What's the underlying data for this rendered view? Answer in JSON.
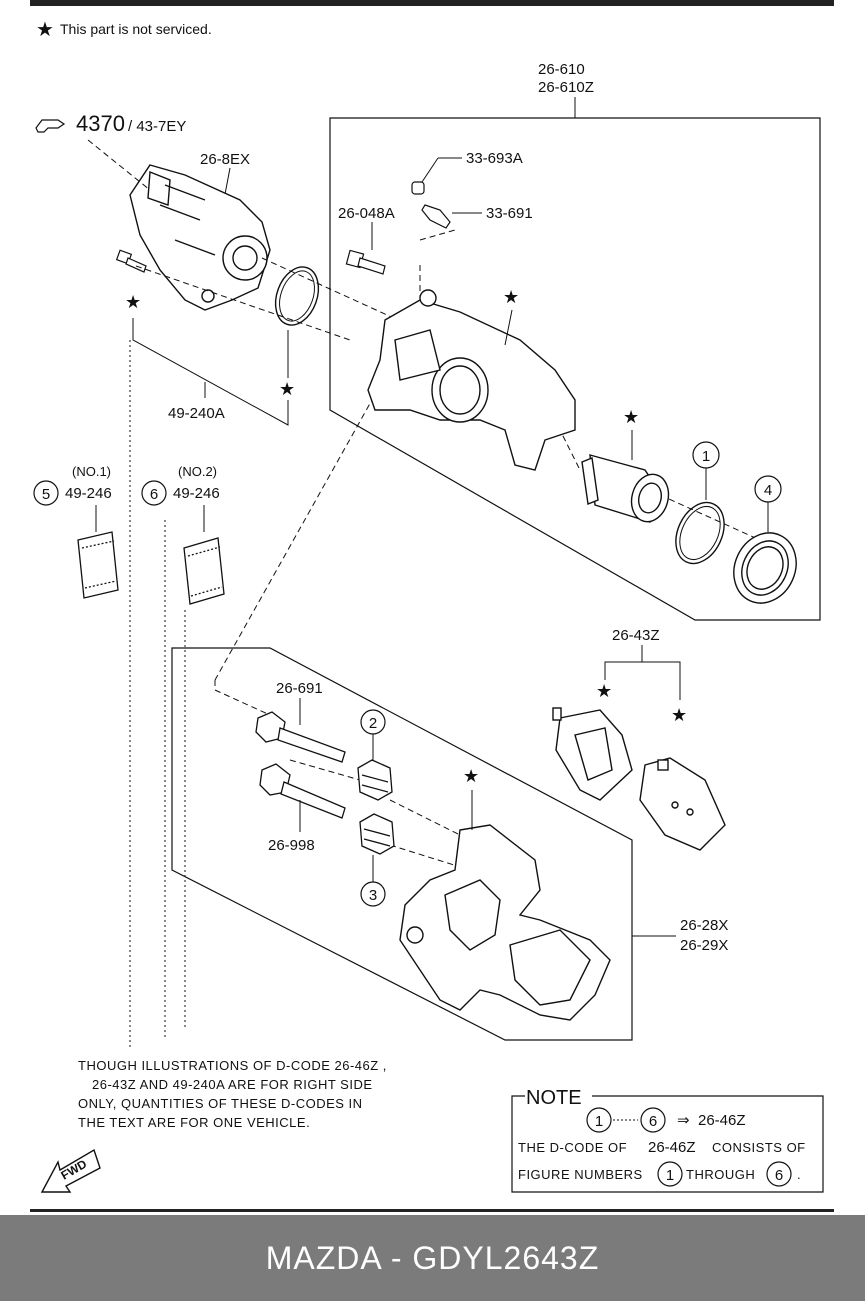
{
  "header_note": "This part is not serviced.",
  "ref": {
    "main": "4370",
    "sub": "/ 43-7EY"
  },
  "labels": {
    "caliper_assy_1": "26-610",
    "caliper_assy_2": "26-610Z",
    "motor": "26-8EX",
    "bleeder_cap": "33-693A",
    "bleeder_screw": "33-691",
    "bolt": "26-048A",
    "seal_kit": "49-240A",
    "no1_tag": "(NO.1)",
    "no1_code": "49-246",
    "no2_tag": "(NO.2)",
    "no2_code": "49-246",
    "pad_set": "26-43Z",
    "guide_pin_1": "26-691",
    "guide_pin_2": "26-998",
    "bracket_1": "26-28X",
    "bracket_2": "26-29X"
  },
  "circled_numbers": [
    "1",
    "2",
    "3",
    "4",
    "5",
    "6"
  ],
  "star_symbol": "★",
  "disclaimer": {
    "line1": "THOUGH ILLUSTRATIONS OF D-CODE  26-46Z  ,",
    "line2": "26-43Z  AND 49-240A  ARE FOR RIGHT SIDE",
    "line3": "ONLY, QUANTITIES OF THESE D-CODES IN",
    "line4": "THE TEXT ARE FOR ONE VEHICLE."
  },
  "note": {
    "title": "NOTE",
    "range_from": "1",
    "range_to": "6",
    "arrow": "⇒",
    "range_code": "26-46Z",
    "line1_a": "THE D-CODE OF",
    "line1_b": "26-46Z",
    "line1_c": "CONSISTS OF",
    "line2_a": "FIGURE NUMBERS",
    "line2_b": "THROUGH",
    "line2_c": "."
  },
  "fwd": "FWD",
  "footer": "MAZDA - GDYL2643Z"
}
